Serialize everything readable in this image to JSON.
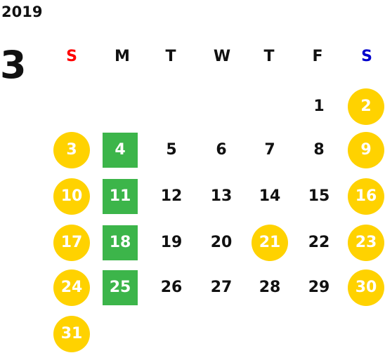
{
  "calendar": {
    "year": "2019",
    "month": "3",
    "weekdays": [
      {
        "label": "S",
        "color": "#ff0000"
      },
      {
        "label": "M",
        "color": "#111111"
      },
      {
        "label": "T",
        "color": "#111111"
      },
      {
        "label": "W",
        "color": "#111111"
      },
      {
        "label": "T",
        "color": "#111111"
      },
      {
        "label": "F",
        "color": "#111111"
      },
      {
        "label": "S",
        "color": "#0000cc"
      }
    ],
    "colors": {
      "holiday": "#ffd200",
      "highlight": "#3cb54a"
    },
    "days": [
      {
        "day": "1",
        "style": "plain"
      },
      {
        "day": "2",
        "style": "holiday"
      },
      {
        "day": "3",
        "style": "holiday"
      },
      {
        "day": "4",
        "style": "highlight"
      },
      {
        "day": "5",
        "style": "plain"
      },
      {
        "day": "6",
        "style": "plain"
      },
      {
        "day": "7",
        "style": "plain"
      },
      {
        "day": "8",
        "style": "plain"
      },
      {
        "day": "9",
        "style": "holiday"
      },
      {
        "day": "10",
        "style": "holiday"
      },
      {
        "day": "11",
        "style": "highlight"
      },
      {
        "day": "12",
        "style": "plain"
      },
      {
        "day": "13",
        "style": "plain"
      },
      {
        "day": "14",
        "style": "plain"
      },
      {
        "day": "15",
        "style": "plain"
      },
      {
        "day": "16",
        "style": "holiday"
      },
      {
        "day": "17",
        "style": "holiday"
      },
      {
        "day": "18",
        "style": "highlight"
      },
      {
        "day": "19",
        "style": "plain"
      },
      {
        "day": "20",
        "style": "plain"
      },
      {
        "day": "21",
        "style": "holiday"
      },
      {
        "day": "22",
        "style": "plain"
      },
      {
        "day": "23",
        "style": "holiday"
      },
      {
        "day": "24",
        "style": "holiday"
      },
      {
        "day": "25",
        "style": "highlight"
      },
      {
        "day": "26",
        "style": "plain"
      },
      {
        "day": "27",
        "style": "plain"
      },
      {
        "day": "28",
        "style": "plain"
      },
      {
        "day": "29",
        "style": "plain"
      },
      {
        "day": "30",
        "style": "holiday"
      },
      {
        "day": "31",
        "style": "holiday"
      }
    ]
  }
}
